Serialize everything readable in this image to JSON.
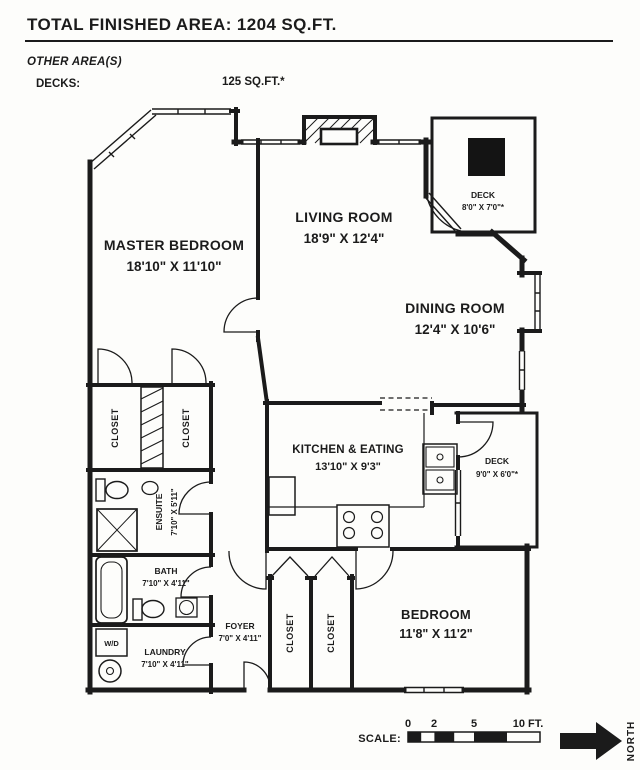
{
  "header": {
    "title": "TOTAL FINISHED AREA:  1204 SQ.FT.",
    "other_areas": "OTHER AREA(S)",
    "decks_label": "DECKS:",
    "decks_value": "125 SQ.FT.*"
  },
  "rooms": {
    "master_bedroom": {
      "name": "MASTER BEDROOM",
      "dims": "18'10\" X 11'10\""
    },
    "living_room": {
      "name": "LIVING ROOM",
      "dims": "18'9\" X 12'4\""
    },
    "dining_room": {
      "name": "DINING ROOM",
      "dims": "12'4\" X 10'6\""
    },
    "kitchen": {
      "name": "KITCHEN & EATING",
      "dims": "13'10\" X 9'3\""
    },
    "deck_upper": {
      "name": "DECK",
      "dims": "8'0\" X 7'0\"*"
    },
    "deck_lower": {
      "name": "DECK",
      "dims": "9'0\" X 6'0\"*"
    },
    "bedroom": {
      "name": "BEDROOM",
      "dims": "11'8\" X 11'2\""
    },
    "ensuite": {
      "name": "ENSUITE",
      "dims": "7'10\" X 5'11\""
    },
    "bath": {
      "name": "BATH",
      "dims": "7'10\" X 4'11\""
    },
    "foyer": {
      "name": "FOYER",
      "dims": "7'0\" X 4'11\""
    },
    "laundry": {
      "name": "LAUNDRY",
      "dims": "7'10\" X 4'11\""
    },
    "closet_master_left": {
      "name": "CLOSET"
    },
    "closet_master_right": {
      "name": "CLOSET"
    },
    "closet_hall_left": {
      "name": "CLOSET"
    },
    "closet_hall_right": {
      "name": "CLOSET"
    },
    "wd": {
      "name": "W/D"
    }
  },
  "footer": {
    "scale_label": "SCALE:",
    "ticks": [
      "0",
      "2",
      "5",
      "10 FT."
    ],
    "north": "NORTH"
  },
  "colors": {
    "ink": "#1b1b1b",
    "paper": "#fdfdfb"
  }
}
